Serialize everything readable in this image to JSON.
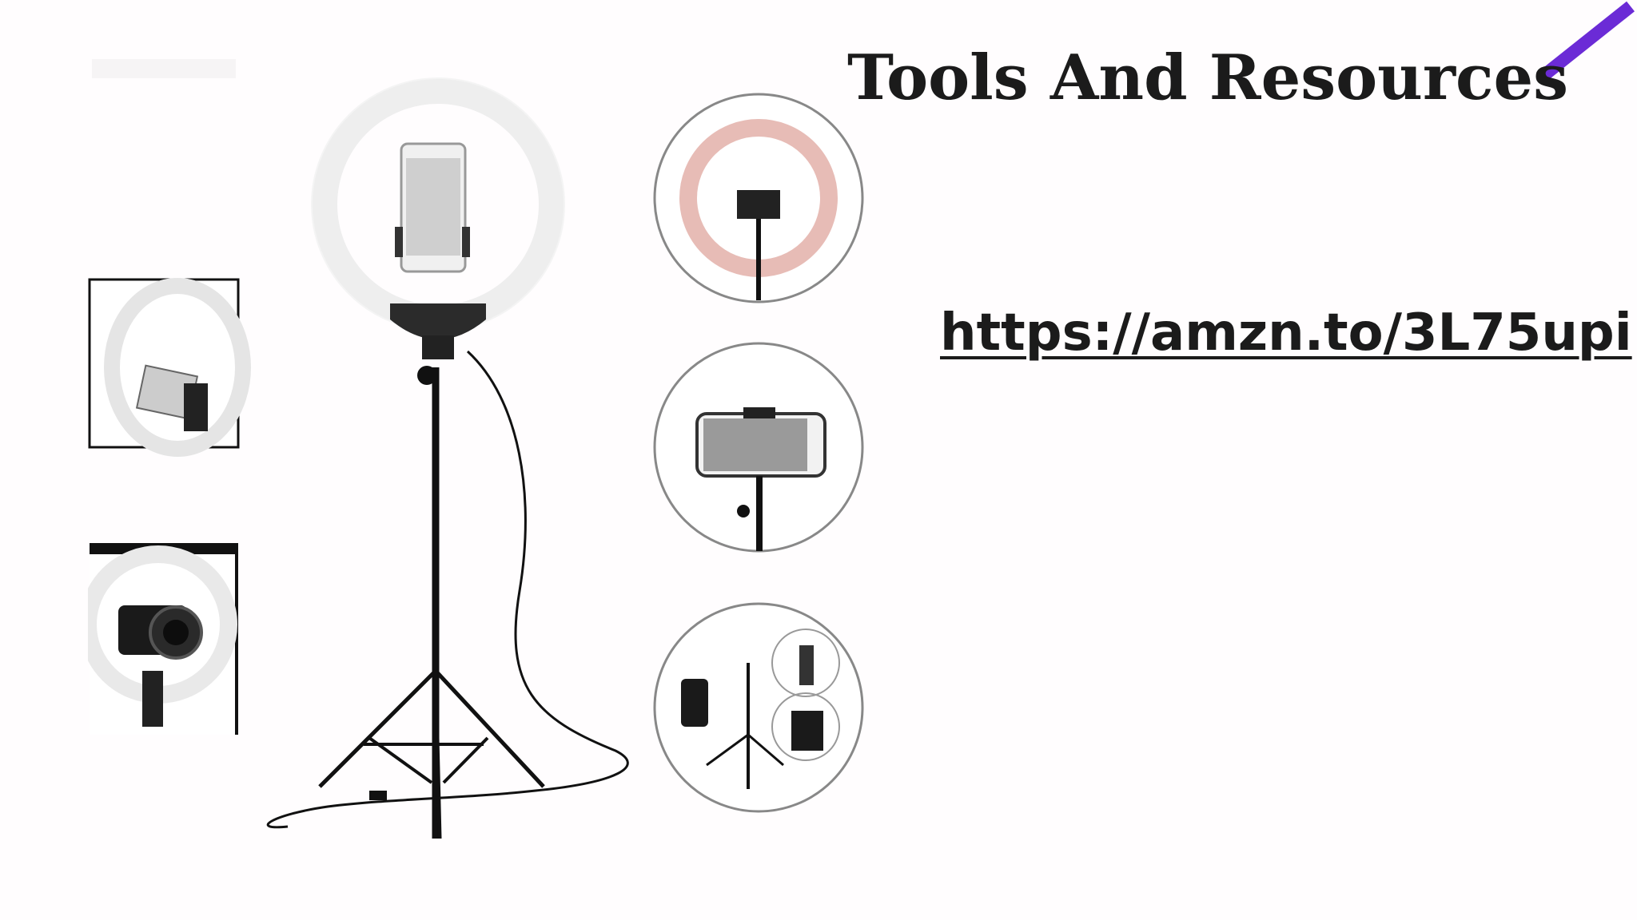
{
  "slide": {
    "title": "Tools And Resources",
    "link_text": "https://amzn.to/3L75upi",
    "accent_color": "#6b2bd6",
    "text_color": "#1b1b1b"
  },
  "product_image": {
    "name": "ring-light-tripod-product-collage"
  }
}
